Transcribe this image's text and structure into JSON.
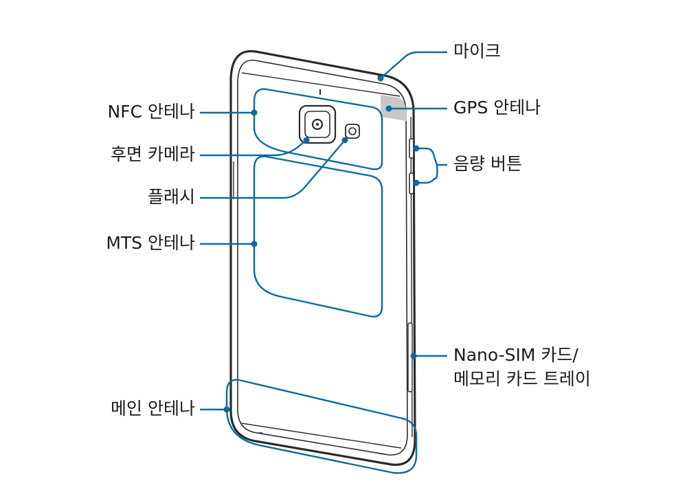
{
  "labels": {
    "nfc_antenna": "NFC 안테나",
    "rear_camera": "후면 카메라",
    "flash": "플래시",
    "mts_antenna": "MTS 안테나",
    "main_antenna": "메인 안테나",
    "microphone": "마이크",
    "gps_antenna": "GPS 안테나",
    "volume_buttons": "음량 버튼",
    "sim_tray_line1": "Nano-SIM 카드/",
    "sim_tray_line2": "메모리 카드 트레이"
  },
  "colors": {
    "callout": "#0a6aa1",
    "outline": "#2a2a2a",
    "gps_area": "#c8c8c8"
  }
}
